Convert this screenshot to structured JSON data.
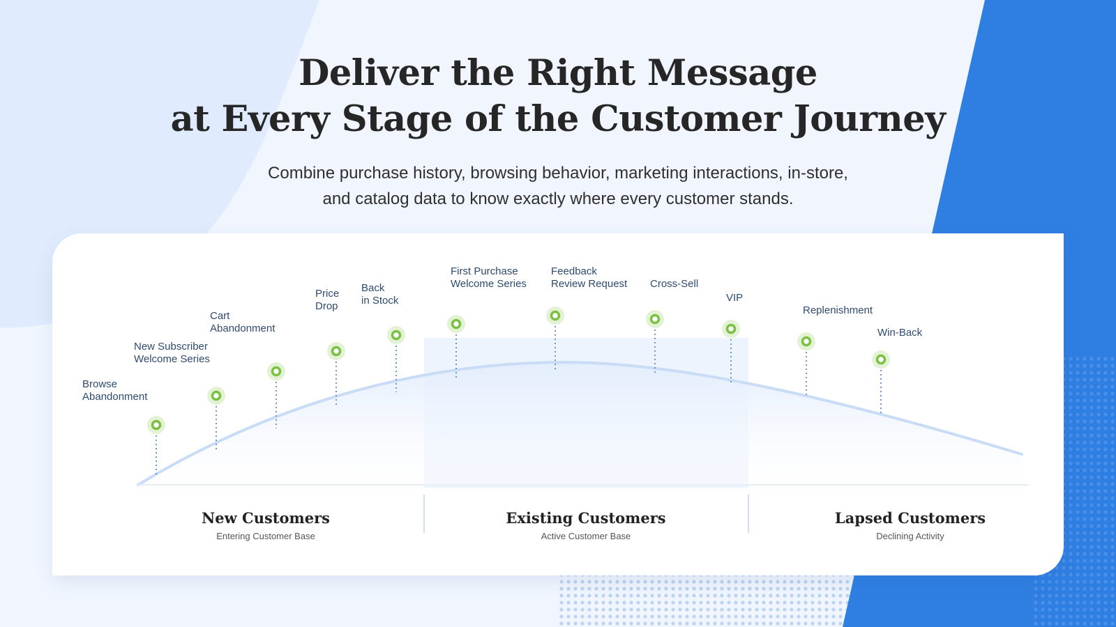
{
  "headline": {
    "line1": "Deliver the Right Message",
    "line2": "at Every Stage of the Customer Journey"
  },
  "subhead": {
    "line1": "Combine purchase history, browsing behavior, marketing interactions, in-store,",
    "line2": "and catalog data to know exactly where every customer stands."
  },
  "colors": {
    "accent_blue": "#2f7fe3",
    "curve": "#c8dcf6",
    "marker_green": "#7ac142",
    "label_text": "#2f4a6e"
  },
  "journey": {
    "stages": [
      {
        "lines": [
          "Browse",
          "Abandonment"
        ]
      },
      {
        "lines": [
          "New Subscriber",
          "Welcome Series"
        ]
      },
      {
        "lines": [
          "Cart",
          "Abandonment"
        ]
      },
      {
        "lines": [
          "Price",
          "Drop"
        ]
      },
      {
        "lines": [
          "Back",
          "in Stock"
        ]
      },
      {
        "lines": [
          "First Purchase",
          "Welcome Series"
        ]
      },
      {
        "lines": [
          "Feedback",
          "Review Request"
        ]
      },
      {
        "lines": [
          "Cross-Sell"
        ]
      },
      {
        "lines": [
          "VIP"
        ]
      },
      {
        "lines": [
          "Replenishment"
        ]
      },
      {
        "lines": [
          "Win-Back"
        ]
      }
    ],
    "segments": [
      {
        "title": "New Customers",
        "subtitle": "Entering Customer Base"
      },
      {
        "title": "Existing Customers",
        "subtitle": "Active Customer Base"
      },
      {
        "title": "Lapsed Customers",
        "subtitle": "Declining Activity"
      }
    ]
  }
}
